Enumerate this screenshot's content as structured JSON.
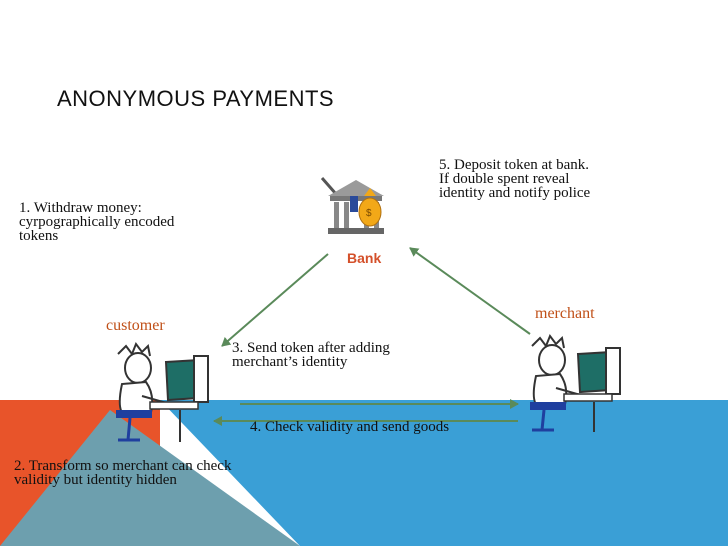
{
  "title": "ANONYMOUS PAYMENTS",
  "bank": {
    "label": "Bank"
  },
  "customer": {
    "label": "customer"
  },
  "merchant": {
    "label": "merchant"
  },
  "steps": {
    "s1": [
      "1. Withdraw money:",
      "cyrpographically encoded",
      "tokens"
    ],
    "s2": [
      "2. Transform so merchant can check",
      "validity but identity hidden"
    ],
    "s3": [
      "3. Send token after adding",
      "merchant’s identity"
    ],
    "s4": "4. Check validity and send goods",
    "s5": [
      "5. Deposit token at bank.",
      "If double spent reveal",
      "identity and notify police"
    ]
  },
  "colors": {
    "arrow": "#5a8a5a",
    "orange": "#e8542a",
    "blue": "#3a9fd6",
    "label": "#c05018"
  }
}
